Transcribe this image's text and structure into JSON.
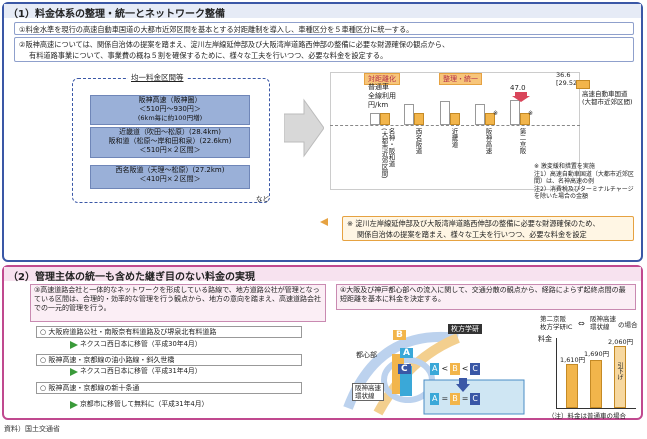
{
  "section1": {
    "title": "（1）料金体系の整理・統一とネットワーク整備",
    "note1": "①料金水準を現行の高速自動車国道の大都市近郊区間を基本とする対距離制を導入し、車種区分を５車種区分に統一する。",
    "note2a": "②阪神高速については、関係自治体の提案を踏まえ、淀川左岸線延伸部及び大阪湾岸道路西伸部の整備に必要な財源確保の観点から、",
    "note2b": "有料道路事業について、事業費の概ね５割を確保するために、様々な工夫を行いつつ、必要な料金を設定する。",
    "flat_title": "均一料金区間等",
    "flat_items": [
      {
        "line1": "阪神高速（阪神圏）",
        "line2": "＜510円〜930円＞",
        "line3": "(6km毎に約100円増)"
      },
      {
        "line1": "近畿道（吹田〜松原）(28.4km)",
        "line2": "阪和道（松原〜岸和田和泉）(22.6km)",
        "line3": "＜510円×２区間＞"
      },
      {
        "line1": "西名阪道（天理〜松原）(27.2km)",
        "line2": "＜410円×２区間＞",
        "line3": ""
      }
    ],
    "etc": "など",
    "tag_before": "対距離化",
    "tag_after": "整理・統一",
    "tag_mark": "※※",
    "ylabel": "普通車\n全線利用\n円/km",
    "bar_value_1": "47.0",
    "bar_value_2": "36.6",
    "bar_value_3": "[29.52]",
    "legend_label": "高速自動車国道\n(大都市近郊区間)",
    "route_labels": [
      "名神・阪和道\n(大都市近郊区間)",
      "西名阪道",
      "近畿道",
      "阪神高速",
      "第二京阪"
    ],
    "asterisk": "※",
    "notes": [
      "※ 激変緩和措置を実施",
      "注1）高速自動車国道（大都市近郊区間）は、名神高速の例",
      "注2）消費税及びターミナルチャージを除いた場合の金額"
    ],
    "bottom_note_a": "※ 淀川左岸線延伸部及び大阪湾岸道路西伸部の整備に必要な財源確保のため、",
    "bottom_note_b": "関係自治体の提案を踏まえ、様々な工夫を行いつつ、必要な料金を設定"
  },
  "section2": {
    "title": "（2）管理主体の統一も含めた継ぎ目のない料金の実現",
    "note3": "③高速道路会社と一体的なネットワークを形成している路線で、地方道路公社が管理となっている区間は、合理的・効率的な管理を行う観点から、地方の意向を踏まえ、高速道路会社での一元的管理を行う。",
    "note4": "④大阪及び神戸都心部への流入に関して、交通分散の観点から、経路によらず起終点間の最短距離を基本に料金を決定する。",
    "items": [
      {
        "title": "○ 大阪府道路公社・南阪奈有料道路及び堺泉北有料道路",
        "sub": "ネクスコ西日本に移管（平成30年4月）"
      },
      {
        "title": "○ 阪神高速・京都線の油小路線・斜久世橋",
        "sub": "ネクスコ西日本に移管（平成31年4月）"
      },
      {
        "title": "○ 阪神高速・京都線の新十条通",
        "sub": "京都市に移管して無料に（平成31年4月）"
      }
    ],
    "map_labels": {
      "hirakata": "枚方学研",
      "toshin": "都心部",
      "hanshin": "阪神高速\n環状線",
      "a": "A",
      "b": "B",
      "c": "C",
      "lt1": "<",
      "lt2": "<",
      "eq1": "=",
      "eq2": "="
    },
    "chart_label": "料金",
    "route_legend": "第二京阪\n枚方学研IC",
    "route_arrow": "⇔",
    "route_legend2": "阪神高速\n環状線",
    "route_legend3": "の場合",
    "fees": [
      "1,610円",
      "1,690円",
      "2,060円"
    ],
    "hikisage": "引下げ",
    "foot": "（注）料金は普通車の場合"
  },
  "source": "資料）国土交通省",
  "colors": {
    "blue": "#3a57a6",
    "pink": "#c0498f",
    "orange": "#f2b54b",
    "green": "#3a9a3a"
  }
}
